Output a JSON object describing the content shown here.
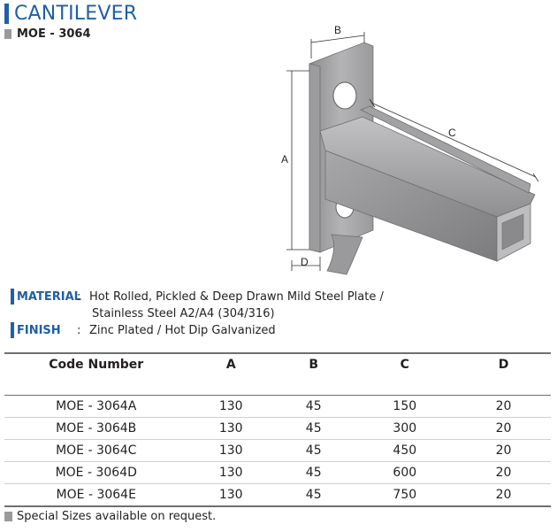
{
  "header": {
    "title": "CANTILEVER",
    "code": "MOE - 3064"
  },
  "drawing": {
    "label_a": "A",
    "label_b": "B",
    "label_c": "C",
    "label_d": "D"
  },
  "spec": {
    "material_label": "MATERIAL",
    "material_value_line1": "Hot Rolled, Pickled & Deep Drawn Mild Steel Plate /",
    "material_value_line2": "Stainless Steel A2/A4 (304/316)",
    "finish_label": "FINISH",
    "finish_value": "Zinc Plated / Hot Dip Galvanized",
    "colon": ":"
  },
  "table": {
    "headers": [
      "Code Number",
      "A",
      "B",
      "C",
      "D"
    ],
    "rows": [
      [
        "MOE - 3064A",
        "130",
        "45",
        "150",
        "20"
      ],
      [
        "MOE - 3064B",
        "130",
        "45",
        "300",
        "20"
      ],
      [
        "MOE - 3064C",
        "130",
        "45",
        "450",
        "20"
      ],
      [
        "MOE - 3064D",
        "130",
        "45",
        "600",
        "20"
      ],
      [
        "MOE - 3064E",
        "130",
        "45",
        "750",
        "20"
      ]
    ]
  },
  "note": "Special Sizes available on request.",
  "colors": {
    "accent": "#1f5fa8",
    "marker": "#9a9a9a",
    "steel": "#a7a7a9"
  }
}
